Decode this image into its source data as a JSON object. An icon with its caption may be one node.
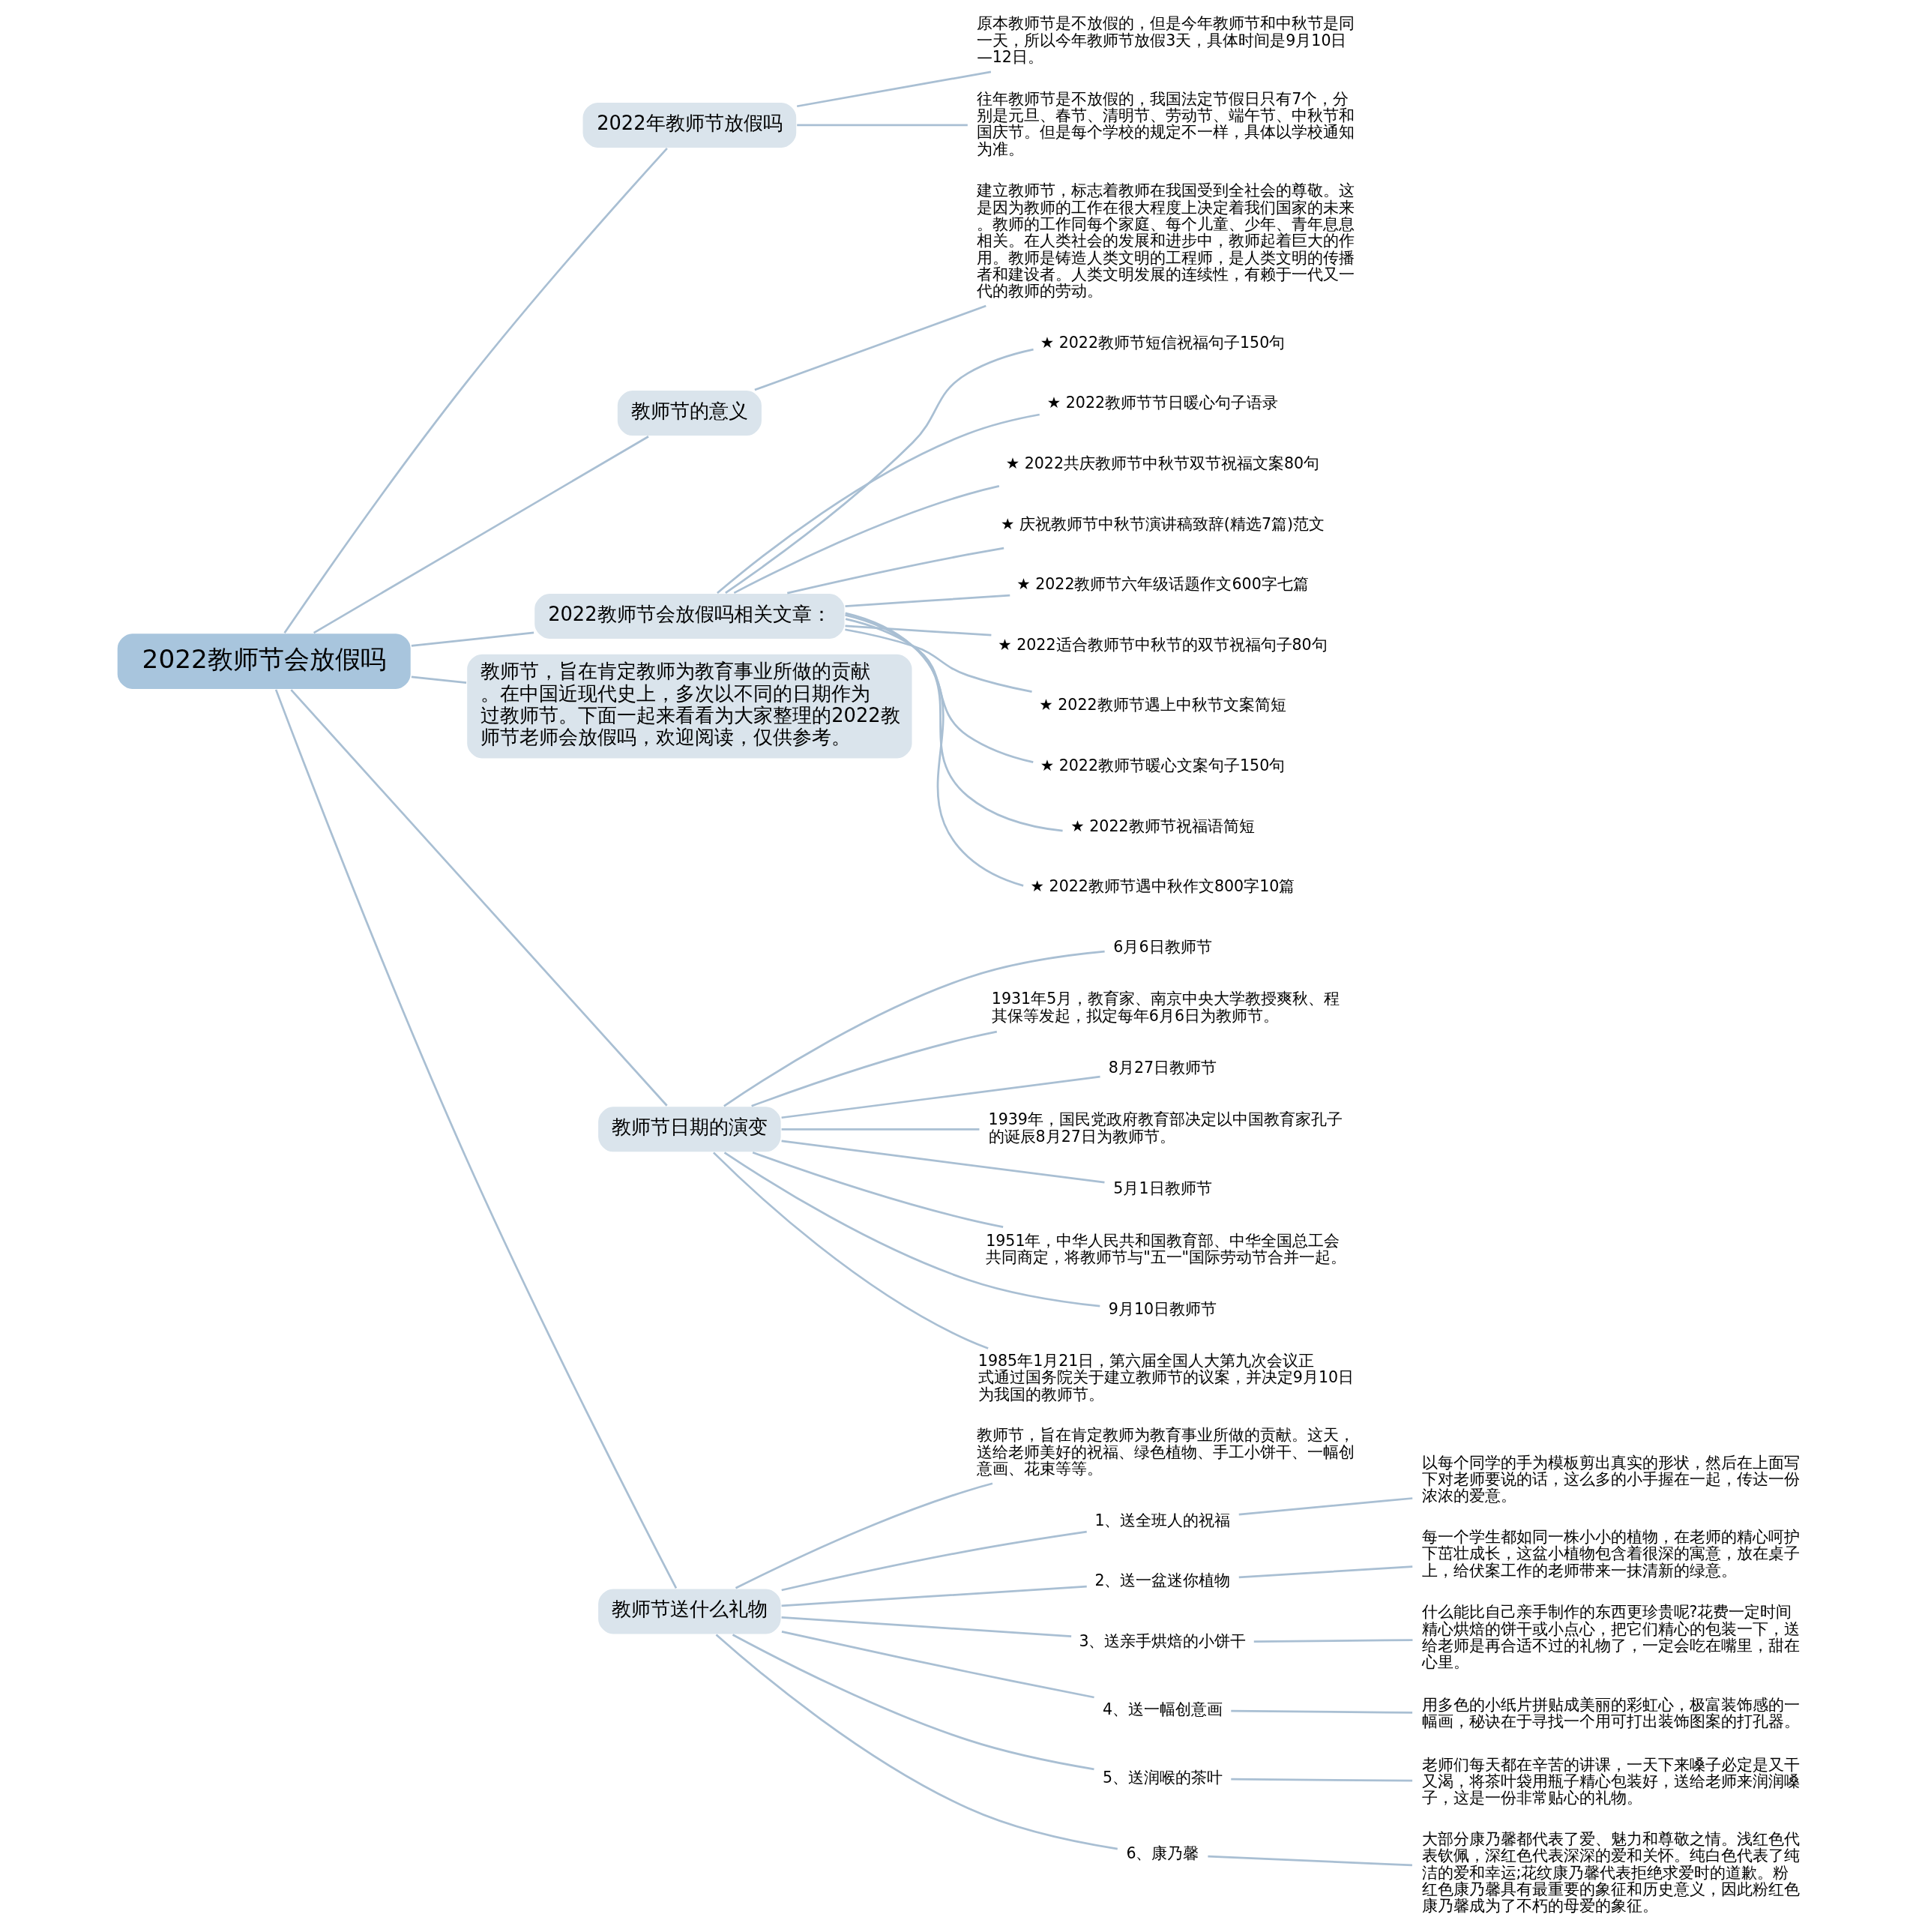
{
  "diagram": {
    "nodes": [
      {
        "text": [
          "2022教师节会放假吗"
        ]
      },
      {
        "text": [
          "2022年教师节放假吗"
        ]
      },
      {
        "text": [
          "原本教师节是不放假的，但是今年教师节和中秋节是同一天，所以今年教师节放假3天，具体时间是9月10日—12日。"
        ]
      },
      {
        "text": [
          "往年教师节是不放假的，我国法定节假日只有7个，分别是元旦、春节、清明节、劳动节、端午节、中秋节和国庆节。但是每个学校的规定不一样，具体以学校通知为准。"
        ]
      },
      {
        "text": [
          "教师节的意义"
        ]
      },
      {
        "text": [
          "建立教师节，标志着教师在我国受到全社会的尊敬。这是因为教师的工作在很大程度上决定着我们国家的未来。教师的工作同每个家庭、每个儿童、少年、青年息息相关。在人类社会的发展和进步中，教师起着巨大的作用。教师是铸造人类文明的工程师，是人类文明的传播者和建设者。人类文明发展的连续性，有赖于一代又一代的教师的劳动。"
        ]
      },
      {
        "text": [
          "2022教师节会放假吗相关文章："
        ]
      },
      {
        "text": [
          "★ 2022教师节短信祝福句子150句"
        ]
      },
      {
        "text": [
          "★ 2022教师节节日暖心句子语录"
        ]
      },
      {
        "text": [
          "★ 2022共庆教师节中秋节双节祝福文案80句"
        ]
      },
      {
        "text": [
          "★ 庆祝教师节中秋节演讲稿致辞(精选7篇)范文"
        ]
      },
      {
        "text": [
          "★ 2022教师节六年级话题作文600字七篇"
        ]
      },
      {
        "text": [
          "★ 2022适合教师节中秋节的双节祝福句子80句"
        ]
      },
      {
        "text": [
          "★ 2022教师节遇上中秋节文案简短"
        ]
      },
      {
        "text": [
          "★ 2022教师节暖心文案句子150句"
        ]
      },
      {
        "text": [
          "★ 2022教师节祝福语简短"
        ]
      },
      {
        "text": [
          "★ 2022教师节遇中秋作文800字10篇"
        ]
      },
      {
        "text": [
          "教师节，旨在肯定教师为教育事业所做的贡献。在中国近现代史上，多次以不同的日期作为过教师节。下面一起来看看为大家整理的2022教师节老师会放假吗，欢迎阅读，仅供参考。"
        ]
      },
      {
        "text": [
          "教师节日期的演变"
        ]
      },
      {
        "text": [
          "6月6日教师节"
        ]
      },
      {
        "text": [
          "1931年5月，教育家、南京中央大学教授爽秋、程其保等发起，拟定每年6月6日为教师节。"
        ]
      },
      {
        "text": [
          "8月27日教师节"
        ]
      },
      {
        "text": [
          "1939年，国民党政府教育部决定以中国教育家孔子的诞辰8月27日为教师节。"
        ]
      },
      {
        "text": [
          "5月1日教师节"
        ]
      },
      {
        "text": [
          "1951年，中华人民共和国教育部、中华全国总工会共同商定，将教师节与\"五一\"国际劳动节合并一起。"
        ]
      },
      {
        "text": [
          "9月10日教师节"
        ]
      },
      {
        "text": [
          "1985年1月21日，第六届全国人大第九次会议正式通过国务院关于建立教师节的议案，并决定9月10日为我国的教师节。"
        ]
      },
      {
        "text": [
          "教师节送什么礼物"
        ]
      },
      {
        "text": [
          "教师节，旨在肯定教师为教育事业所做的贡献。这天，送给老师美好的祝福、绿色植物、手工小饼干、一幅创意画、花束等等。"
        ]
      },
      {
        "text": [
          "1、送全班人的祝福"
        ]
      },
      {
        "text": [
          "以每个同学的手为模板剪出真实的形状，然后在上面写下对老师要说的话，这么多的小手握在一起，传达一份浓浓的爱意。"
        ]
      },
      {
        "text": [
          "2、送一盆迷你植物"
        ]
      },
      {
        "text": [
          "每一个学生都如同一株小小的植物，在老师的精心呵护下茁壮成长，这盆小植物包含着很深的寓意，放在桌子上，给伏案工作的老师带来一抹清新的绿意。"
        ]
      },
      {
        "text": [
          "3、送亲手烘焙的小饼干"
        ]
      },
      {
        "text": [
          "什么能比自己亲手制作的东西更珍贵呢?花费一定时间精心烘焙的饼干或小点心，把它们精心的包装一下，送给老师是再合适不过的礼物了，一定会吃在嘴里，甜在心里。"
        ]
      },
      {
        "text": [
          "4、送一幅创意画"
        ]
      },
      {
        "text": [
          "用多色的小纸片拼贴成美丽的彩虹心，极富装饰感的一幅画，秘诀在于寻找一个用可打出装饰图案的打孔器。"
        ]
      },
      {
        "text": [
          "5、送润喉的茶叶"
        ]
      },
      {
        "text": [
          "老师们每天都在辛苦的讲课，一天下来嗓子必定是又干又渴，将茶叶袋用瓶子精心包装好，送给老师来润润嗓子，这是一份非常贴心的礼物。"
        ]
      },
      {
        "text": [
          "6、康乃馨"
        ]
      },
      {
        "text": [
          "大部分康乃馨都代表了爱、魅力和尊敬之情。浅红色代表钦佩，深红色代表深深的爱和关怀。纯白色代表了纯洁的爱和幸运;花纹康乃馨代表拒绝求爱时的道歉。粉红色康乃馨具有最重要的象征和历史意义，因此粉红色康乃馨成为了不朽的母爱的象征。"
        ]
      }
    ],
    "edges": [
      {
        "from": 0,
        "to": 1,
        "arrow": "none"
      },
      {
        "from": 1,
        "to": 2,
        "arrow": "none"
      },
      {
        "from": 1,
        "to": 3,
        "arrow": "none"
      },
      {
        "from": 0,
        "to": 4,
        "arrow": "none"
      },
      {
        "from": 4,
        "to": 5,
        "arrow": "none"
      },
      {
        "from": 0,
        "to": 6,
        "arrow": "none"
      },
      {
        "from": 6,
        "to": 7,
        "arrow": "none"
      },
      {
        "from": 6,
        "to": 8,
        "arrow": "none"
      },
      {
        "from": 6,
        "to": 9,
        "arrow": "none"
      },
      {
        "from": 6,
        "to": 10,
        "arrow": "none"
      },
      {
        "from": 6,
        "to": 11,
        "arrow": "none"
      },
      {
        "from": 6,
        "to": 12,
        "arrow": "none"
      },
      {
        "from": 6,
        "to": 13,
        "arrow": "none"
      },
      {
        "from": 6,
        "to": 14,
        "arrow": "none"
      },
      {
        "from": 6,
        "to": 15,
        "arrow": "none"
      },
      {
        "from": 6,
        "to": 16,
        "arrow": "none"
      },
      {
        "from": 0,
        "to": 17,
        "arrow": "none"
      },
      {
        "from": 0,
        "to": 18,
        "arrow": "none"
      },
      {
        "from": 18,
        "to": 19,
        "arrow": "none"
      },
      {
        "from": 18,
        "to": 20,
        "arrow": "none"
      },
      {
        "from": 18,
        "to": 21,
        "arrow": "none"
      },
      {
        "from": 18,
        "to": 22,
        "arrow": "none"
      },
      {
        "from": 18,
        "to": 23,
        "arrow": "none"
      },
      {
        "from": 18,
        "to": 24,
        "arrow": "none"
      },
      {
        "from": 18,
        "to": 25,
        "arrow": "none"
      },
      {
        "from": 18,
        "to": 26,
        "arrow": "none"
      },
      {
        "from": 0,
        "to": 27,
        "arrow": "none"
      },
      {
        "from": 27,
        "to": 28,
        "arrow": "none"
      },
      {
        "from": 27,
        "to": 29,
        "arrow": "none"
      },
      {
        "from": 29,
        "to": 30,
        "arrow": "none"
      },
      {
        "from": 27,
        "to": 31,
        "arrow": "none"
      },
      {
        "from": 31,
        "to": 32,
        "arrow": "none"
      },
      {
        "from": 27,
        "to": 33,
        "arrow": "none"
      },
      {
        "from": 33,
        "to": 34,
        "arrow": "none"
      },
      {
        "from": 27,
        "to": 35,
        "arrow": "none"
      },
      {
        "from": 35,
        "to": 36,
        "arrow": "none"
      },
      {
        "from": 27,
        "to": 37,
        "arrow": "none"
      },
      {
        "from": 37,
        "to": 38,
        "arrow": "none"
      },
      {
        "from": 27,
        "to": 39,
        "arrow": "none"
      },
      {
        "from": 39,
        "to": 40,
        "arrow": "none"
      }
    ]
  }
}
